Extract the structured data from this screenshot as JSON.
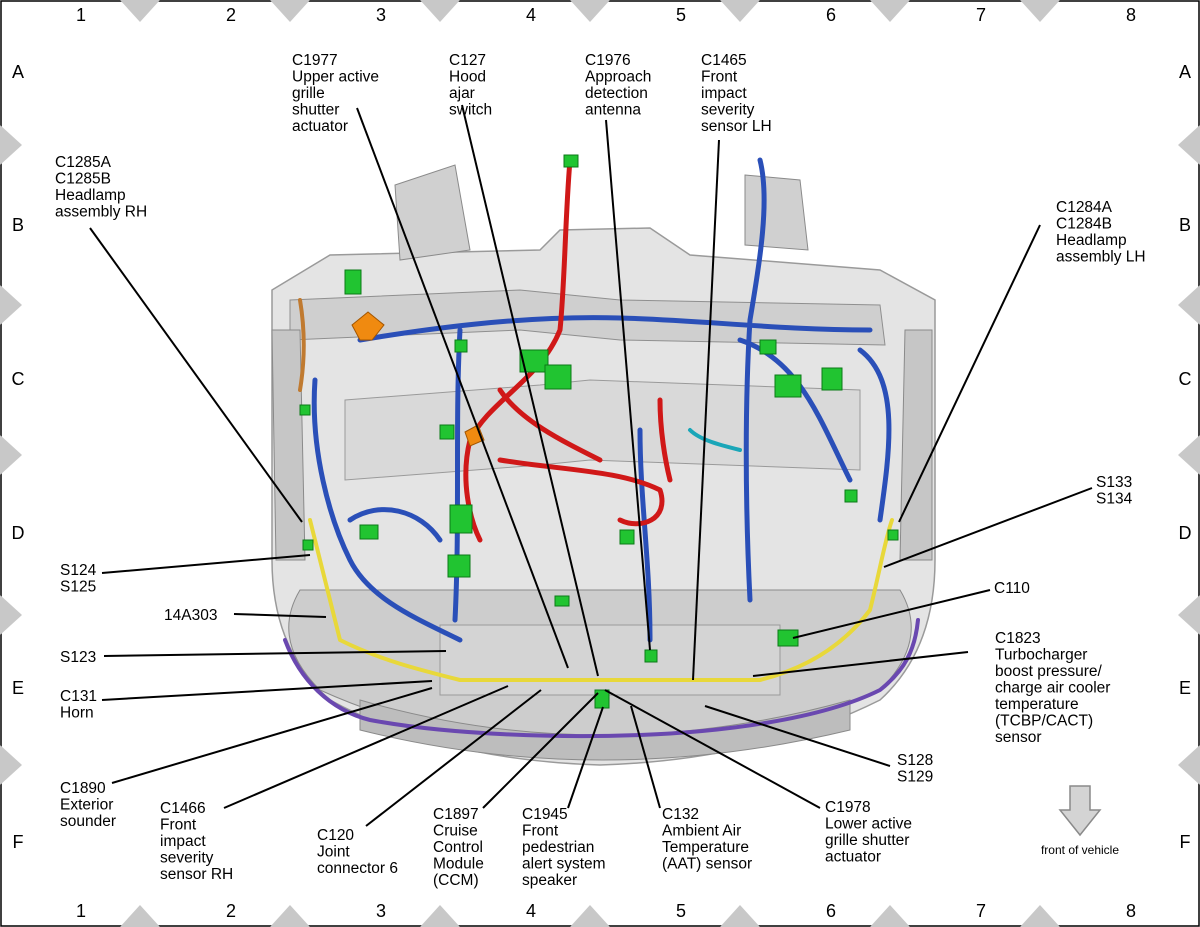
{
  "grid": {
    "columns": [
      "1",
      "2",
      "3",
      "4",
      "5",
      "6",
      "7",
      "8"
    ],
    "rows": [
      "A",
      "B",
      "C",
      "D",
      "E",
      "F"
    ]
  },
  "callouts": [
    {
      "id": "c1977",
      "lines": [
        "C1977",
        "Upper active",
        "grille",
        "shutter",
        "actuator"
      ]
    },
    {
      "id": "c127",
      "lines": [
        "C127",
        "Hood",
        "ajar",
        "switch"
      ]
    },
    {
      "id": "c1976",
      "lines": [
        "C1976",
        "Approach",
        "detection",
        "antenna"
      ]
    },
    {
      "id": "c1465",
      "lines": [
        "C1465",
        "Front",
        "impact",
        "severity",
        "sensor LH"
      ]
    },
    {
      "id": "c1285",
      "lines": [
        "C1285A",
        "C1285B",
        "Headlamp",
        "assembly RH"
      ]
    },
    {
      "id": "c1284",
      "lines": [
        "C1284A",
        "C1284B",
        "Headlamp",
        "assembly LH"
      ]
    },
    {
      "id": "s133",
      "lines": [
        "S133",
        "S134"
      ]
    },
    {
      "id": "s124",
      "lines": [
        "S124",
        "S125"
      ]
    },
    {
      "id": "w14a303",
      "lines": [
        "14A303"
      ]
    },
    {
      "id": "c110",
      "lines": [
        "C110"
      ]
    },
    {
      "id": "s123",
      "lines": [
        "S123"
      ]
    },
    {
      "id": "c1823",
      "lines": [
        "C1823",
        "Turbocharger",
        "boost pressure/",
        "charge air cooler",
        "temperature",
        "(TCBP/CACT)",
        "sensor"
      ]
    },
    {
      "id": "c131",
      "lines": [
        "C131",
        "Horn"
      ]
    },
    {
      "id": "s128",
      "lines": [
        "S128",
        "S129"
      ]
    },
    {
      "id": "c1890",
      "lines": [
        "C1890",
        "Exterior",
        "sounder"
      ]
    },
    {
      "id": "c1466",
      "lines": [
        "C1466",
        "Front",
        "impact",
        "severity",
        "sensor RH"
      ]
    },
    {
      "id": "c120",
      "lines": [
        "C120",
        "Joint",
        "connector 6"
      ]
    },
    {
      "id": "c1897",
      "lines": [
        "C1897",
        "Cruise",
        "Control",
        "Module",
        "(CCM)"
      ]
    },
    {
      "id": "c1945",
      "lines": [
        "C1945",
        "Front",
        "pedestrian",
        "alert system",
        "speaker"
      ]
    },
    {
      "id": "c132",
      "lines": [
        "C132",
        "Ambient Air",
        "Temperature",
        "(AAT) sensor"
      ]
    },
    {
      "id": "c1978",
      "lines": [
        "C1978",
        "Lower active",
        "grille shutter",
        "actuator"
      ]
    }
  ],
  "front_indicator": {
    "label": "front of vehicle",
    "icon": "down-arrow-icon"
  },
  "colors": {
    "harness_blue": "#2a4fb8",
    "harness_red": "#d01818",
    "harness_yellow": "#e8d83a",
    "harness_purple": "#6a48b0",
    "harness_cyan": "#1aa6b8",
    "connector_green": "#21c431",
    "connector_orange": "#f08a10",
    "body_gray": "#d6d6d6",
    "grid_marker": "#c8c8c8"
  }
}
